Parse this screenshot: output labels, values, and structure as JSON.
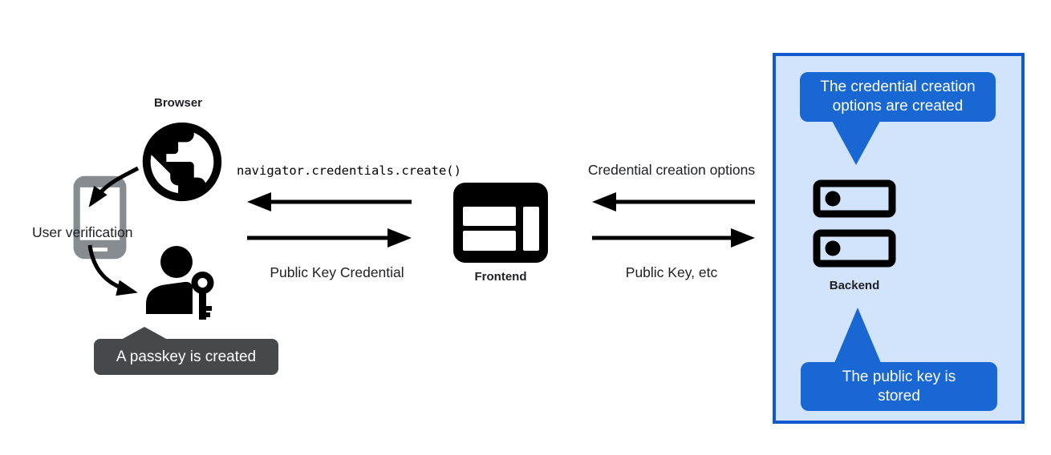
{
  "colors": {
    "accent_blue": "#1967D2",
    "panel_fill": "#D2E3FC",
    "panel_border": "#1359CE",
    "tooltip_gray": "#47484A",
    "phone_gray": "#878C91",
    "ink": "#000000",
    "text": "#202124"
  },
  "left": {
    "browser_label": "Browser",
    "user_verification_label": "User verification",
    "passkey_tooltip": "A passkey is created"
  },
  "center": {
    "api_call": "navigator.credentials.create()",
    "response_label": "Public Key Credential",
    "frontend_label": "Frontend"
  },
  "right": {
    "request_label": "Credential creation options",
    "response_label": "Public Key, etc",
    "backend_label": "Backend",
    "callout_top": "The credential creation\noptions are created",
    "callout_bottom": "The public key is\nstored"
  }
}
